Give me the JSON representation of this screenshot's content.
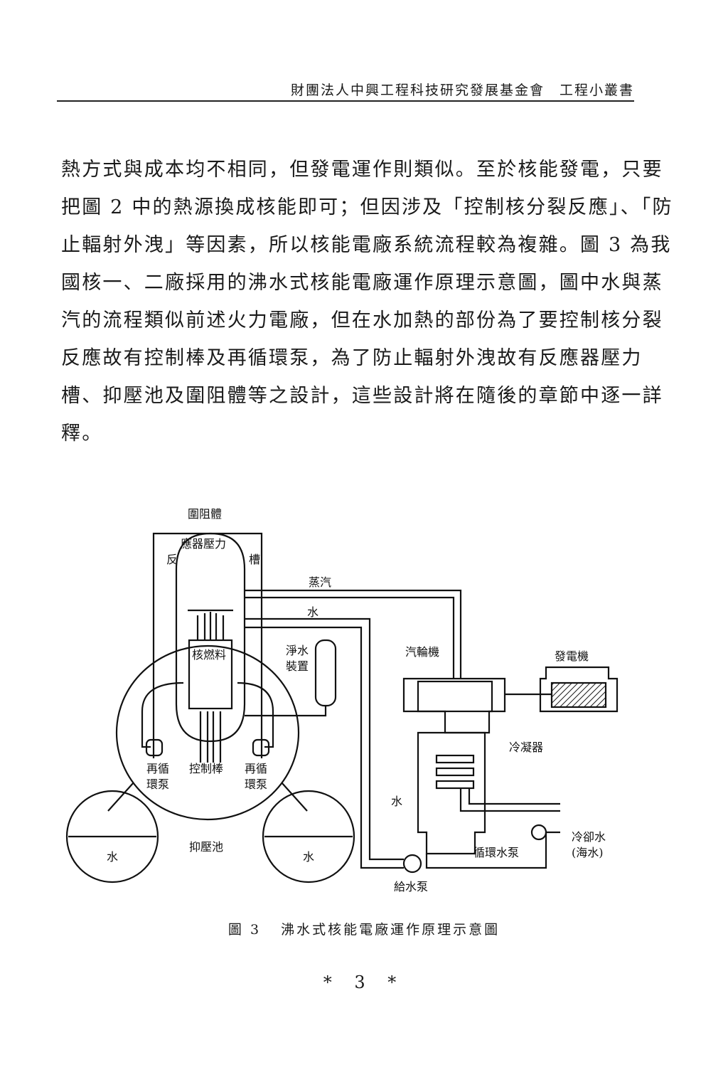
{
  "header": {
    "title": "財團法人中興工程科技研究發展基金會　工程小叢書"
  },
  "body": {
    "lines": [
      "熱方式與成本均不相同，但發電運作則類似。至於核能發電，只要",
      "把圖 2 中的熱源換成核能即可；但因涉及「控制核分裂反應」、「防",
      "止輻射外洩」等因素，所以核能電廠系統流程較為複雜。圖 3 為我",
      "國核一、二廠採用的沸水式核能電廠運作原理示意圖，圖中水與蒸",
      "汽的流程類似前述火力電廠，但在水加熱的部份為了要控制核分裂",
      "反應故有控制棒及再循環泵，為了防止輻射外洩故有反應器壓力",
      "槽、抑壓池及圍阻體等之設計，這些設計將在隨後的章節中逐一詳",
      "釋。"
    ]
  },
  "figure": {
    "labels": {
      "containment": "圍阻體",
      "vessel_1": "反",
      "vessel_2": "應器壓力",
      "vessel_3": "槽",
      "steam": "蒸汽",
      "water_top": "水",
      "fuel": "核燃料",
      "purifier_1": "淨水",
      "purifier_2": "裝置",
      "turbine": "汽輪機",
      "generator": "發電機",
      "condenser": "冷凝器",
      "pump_left_1": "再循",
      "pump_left_2": "環泵",
      "control_rod": "控制棒",
      "pump_right_1": "再循",
      "pump_right_2": "環泵",
      "water_mid": "水",
      "pool_water_left": "水",
      "suppression_pool": "抑壓池",
      "pool_water_right": "水",
      "circ_pump": "循環水泵",
      "coolant_1": "冷卻水",
      "coolant_2": "(海水)",
      "feed_pump": "給水泵"
    }
  },
  "caption": {
    "number": "圖 3",
    "text": "沸水式核能電廠運作原理示意圖"
  },
  "page_number": "*  3  *"
}
